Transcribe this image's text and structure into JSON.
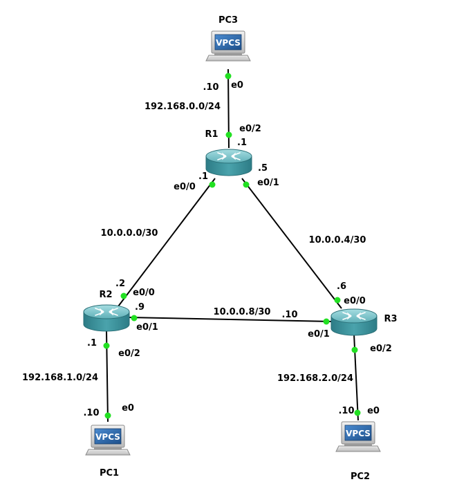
{
  "colors": {
    "port_up": "#22e022",
    "router_body": "#3a8f99",
    "router_top": "#7fc6cc",
    "vpcs_screen": "#2f6fb0"
  },
  "devices": {
    "pc3": {
      "name": "PC3",
      "badge": "VPCS",
      "icon": "vpcs-computer-icon"
    },
    "pc1": {
      "name": "PC1",
      "badge": "VPCS",
      "icon": "vpcs-computer-icon"
    },
    "pc2": {
      "name": "PC2",
      "badge": "VPCS",
      "icon": "vpcs-computer-icon"
    },
    "r1": {
      "name": "R1",
      "icon": "router-icon"
    },
    "r2": {
      "name": "R2",
      "icon": "router-icon"
    },
    "r3": {
      "name": "R3",
      "icon": "router-icon"
    }
  },
  "links": {
    "pc3_r1": {
      "subnet": "192.168.0.0/24",
      "a_port": "e0",
      "a_host": ".10",
      "b_port": "e0/2",
      "b_host": ".1"
    },
    "r1_r2": {
      "subnet": "10.0.0.0/30",
      "a_port": "e0/0",
      "a_host": ".1",
      "b_port": "e0/0",
      "b_host": ".2"
    },
    "r1_r3": {
      "subnet": "10.0.0.4/30",
      "a_port": "e0/1",
      "a_host": ".5",
      "b_port": "e0/0",
      "b_host": ".6"
    },
    "r2_r3": {
      "subnet": "10.0.0.8/30",
      "a_port": "e0/1",
      "a_host": ".9",
      "b_port": "e0/1",
      "b_host": ".10"
    },
    "r2_pc1": {
      "subnet": "192.168.1.0/24",
      "a_port": "e0/2",
      "a_host": ".1",
      "b_port": "e0",
      "b_host": ".10"
    },
    "r3_pc2": {
      "subnet": "192.168.2.0/24",
      "a_port": "e0/2",
      "b_port": "e0",
      "b_host": ".10"
    }
  }
}
